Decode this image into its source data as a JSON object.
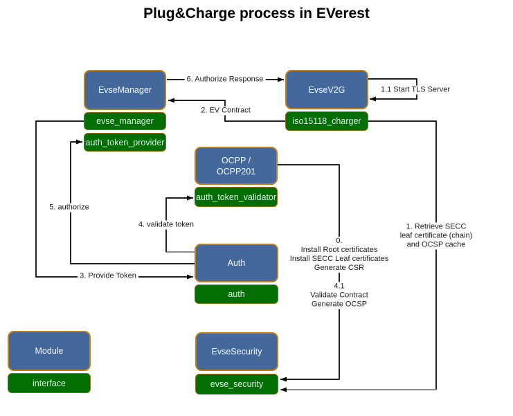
{
  "title": "Plug&Charge process in EVerest",
  "nodes": {
    "evse_manager": {
      "label": "EvseManager"
    },
    "evse_v2g": {
      "label": "EvseV2G"
    },
    "ocpp": {
      "label": "OCPP /\nOCPP201"
    },
    "auth": {
      "label": "Auth"
    },
    "evse_security": {
      "label": "EvseSecurity"
    },
    "legend_module": {
      "label": "Module"
    }
  },
  "interfaces": {
    "evse_manager": "evse_manager",
    "auth_token_provider": "auth_token_provider",
    "iso15118_charger": "iso15118_charger",
    "auth_token_validator": "auth_token_validator",
    "auth": "auth",
    "evse_security": "evse_security",
    "legend_interface": "interface"
  },
  "edge_labels": {
    "authorize_response": "6. Authorize Response",
    "ev_contract": "2. EV Contract",
    "start_tls": "1.1 Start TLS Server",
    "retrieve_secc": "1. Retrieve SECC\nleaf certificate (chain)\nand OCSP cache",
    "install_certs": "0.\nInstall Root certificates\nInstall SECC Leaf certificates\nGenerate CSR",
    "validate_contract": "4.1\nValidate Contract\nGenerate OCSP",
    "provide_token": "3. Provide Token",
    "authorize": "5. authorize",
    "validate_token": "4. validate token"
  },
  "colors": {
    "module_fill": "#44689b",
    "module_border": "#c27f17",
    "interface_fill": "#036e03",
    "interface_border": "#9a6c10",
    "edge": "#000000",
    "edge_gray": "#8f8f8f"
  }
}
